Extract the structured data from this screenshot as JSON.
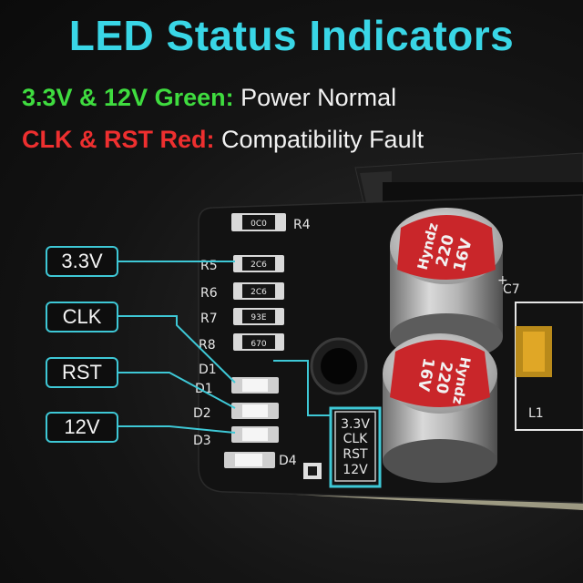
{
  "title": "LED Status Indicators",
  "legend": [
    {
      "key": "3.3V & 12V Green:",
      "desc": "Power Normal",
      "color": "#3fdc3f"
    },
    {
      "key": "CLK & RST Red:",
      "desc": "Compatibility Fault",
      "color": "#ee2f2f"
    }
  ],
  "callouts": [
    "3.3V",
    "CLK",
    "RST",
    "12V"
  ],
  "board": {
    "resistors": [
      {
        "ref": "R4",
        "code": "0C0"
      },
      {
        "ref": "R5",
        "code": "2C6"
      },
      {
        "ref": "R6",
        "code": "2C6"
      },
      {
        "ref": "R7",
        "code": "93E"
      },
      {
        "ref": "R8",
        "code": "670"
      }
    ],
    "leds": [
      "D1",
      "D1",
      "D2",
      "D3",
      "D4"
    ],
    "silk_box": [
      "3.3V",
      "CLK",
      "RST",
      "12V"
    ],
    "capacitor": {
      "brand": "Hyndz",
      "value": "220",
      "voltage": "16V",
      "ref": "C7"
    },
    "capacitor2": {
      "brand": "Hyndz",
      "value": "220",
      "voltage": "16V"
    },
    "inductor_ref": "L1",
    "plus_mark": "+"
  },
  "colors": {
    "accent": "#39d6e6",
    "pcb": "#121212",
    "callout_line": "#3ec8d6"
  }
}
